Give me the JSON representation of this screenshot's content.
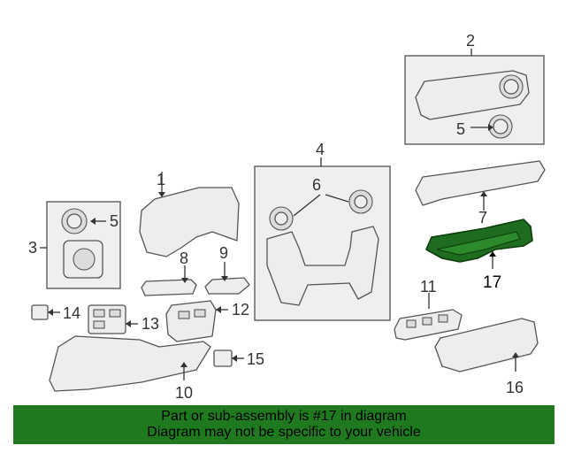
{
  "callouts": {
    "c1": "1",
    "c2": "2",
    "c3": "3",
    "c4": "4",
    "c5a": "5",
    "c5b": "5",
    "c6": "6",
    "c7": "7",
    "c8": "8",
    "c9": "9",
    "c10": "10",
    "c11": "11",
    "c12": "12",
    "c13": "13",
    "c14": "14",
    "c15": "15",
    "c16": "16",
    "c17": "17"
  },
  "highlighted_part": "17",
  "highlight_color": "#1f7a1f",
  "banner": {
    "line1": "Part or sub-assembly is #17 in diagram",
    "line2": "Diagram may not be specific to your vehicle"
  }
}
